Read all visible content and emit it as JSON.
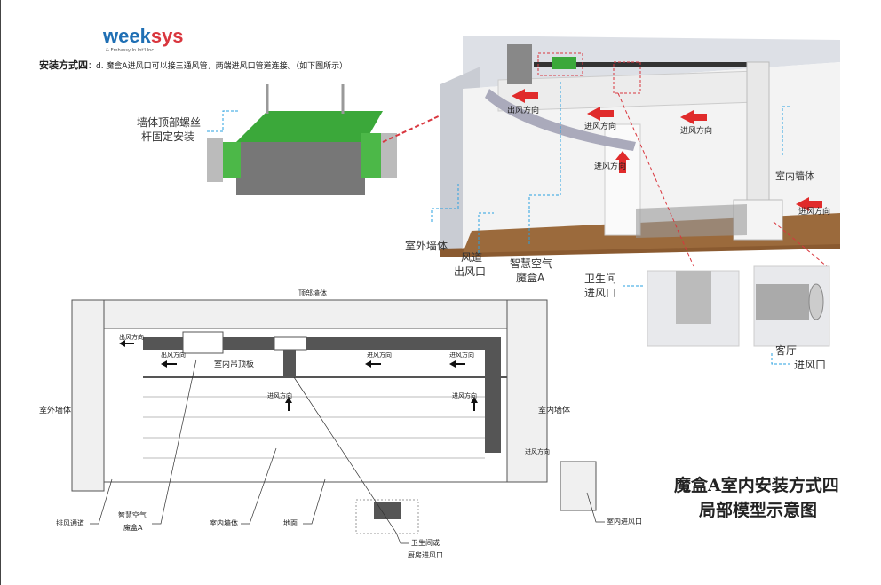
{
  "logo": {
    "name": "weeksys",
    "sub": "& Embassy In Int'l Inc."
  },
  "intro": {
    "heading": "安装方式四",
    "text": "：d. 魔盒A进风口可以接三通风管，两端进风口管道连接。（如下图所示）"
  },
  "product": {
    "label1": "墙体顶部螺丝",
    "label2": "杆固定安装"
  },
  "model3d": {
    "out_dir": "出风方向",
    "in_dir1": "进风方向",
    "in_dir2": "进风方向",
    "in_dir3": "进风方向",
    "in_dir4": "进风方向",
    "indoor_wall": "室内墙体",
    "outdoor_wall": "室外墙体",
    "duct1": "风道",
    "duct2": "出风口",
    "box1": "智慧空气",
    "box2": "魔盒A",
    "bath1": "卫生间",
    "bath2": "进风口",
    "living1": "客厅",
    "living2": "进风口"
  },
  "section": {
    "top_wall": "顶部墙体",
    "out_dir1": "出风方向",
    "out_dir2": "出风方向",
    "ceiling": "室内吊顶板",
    "in_dir1": "进风方向",
    "in_dir2": "进风方向",
    "in_dir3": "进风方向",
    "in_dir4": "进风方向",
    "in_dir5": "进风方向",
    "outdoor_wall": "室外墙体",
    "indoor_wall_right": "室内墙体",
    "exhaust": "排风通道",
    "box1": "智慧空气",
    "box2": "魔盒A",
    "indoor_wall": "室内墙体",
    "floor": "地面",
    "bath1": "卫生间或",
    "bath2": "厨房进风口",
    "indoor_inlet": "室内进风口"
  },
  "title": {
    "line1": "魔盒A室内安装方式四",
    "line2": "局部模型示意图"
  },
  "colors": {
    "blue": "#1f6fb4",
    "red": "#d9363e",
    "green": "#3ba83a",
    "arrow": "#e02b2b",
    "guide": "#2aa0e0"
  }
}
